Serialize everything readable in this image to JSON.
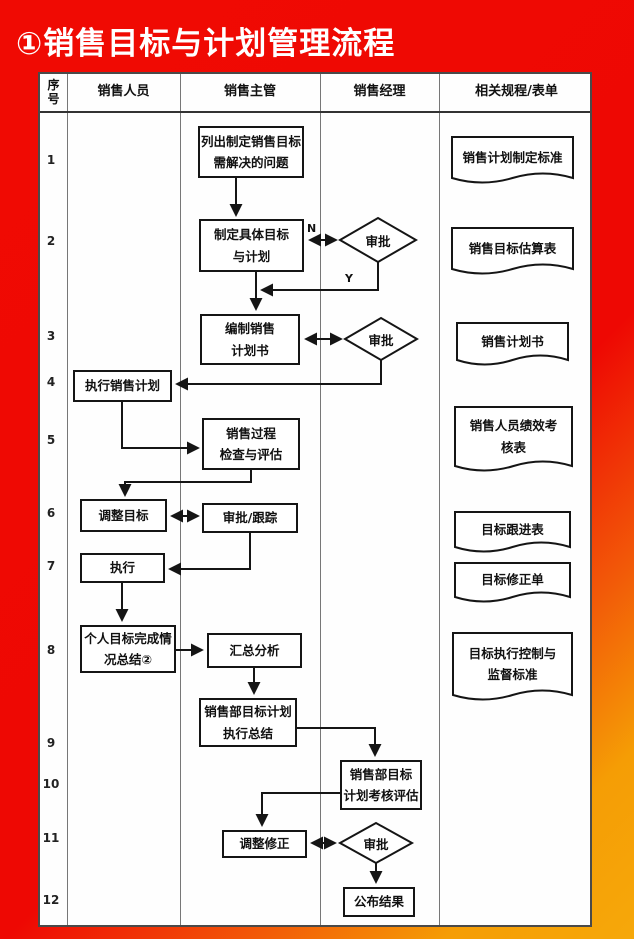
{
  "title": "①销售目标与计划管理流程",
  "table": {
    "headers": [
      "序\n号",
      "销售人员",
      "销售主管",
      "销售经理",
      "相关规程/表单"
    ]
  },
  "row_numbers": [
    "1",
    "2",
    "3",
    "4",
    "5",
    "6",
    "7",
    "8",
    "9",
    "10",
    "11",
    "12"
  ],
  "nodes": {
    "list_problems": "列出制定销售目标\n需解决的问题",
    "make_goals": "制定具体目标\n与计划",
    "compile_plan": "编制销售\n计划书",
    "execute_plan": "执行销售计划",
    "process_check": "销售过程\n检查与评估",
    "adjust_goal": "调整目标",
    "approve_track": "审批/跟踪",
    "execute": "执行",
    "personal_summary": "个人目标完成情\n况总结②",
    "summary_analysis": "汇总分析",
    "dept_summary": "销售部目标计划\n执行总结",
    "dept_review": "销售部目标\n计划考核评估",
    "adjust_fix": "调整修正",
    "publish": "公布结果"
  },
  "decisions": {
    "approve_2": "审批",
    "approve_3": "审批",
    "approve_11": "审批"
  },
  "branch_labels": {
    "no": "N",
    "yes": "Y"
  },
  "forms": {
    "plan_standard": "销售计划制定标准",
    "target_estimate": "销售目标估算表",
    "plan_book": "销售计划书",
    "performance_form": "销售人员绩效考\n核表",
    "follow_up_form": "目标跟进表",
    "correction_form": "目标修正单",
    "control_standard": "目标执行控制与\n监督标准"
  },
  "colors": {
    "background_top": "#ee0803",
    "background_bottom": "#f6a80a",
    "title_text": "#ffffff",
    "line": "#151515"
  }
}
